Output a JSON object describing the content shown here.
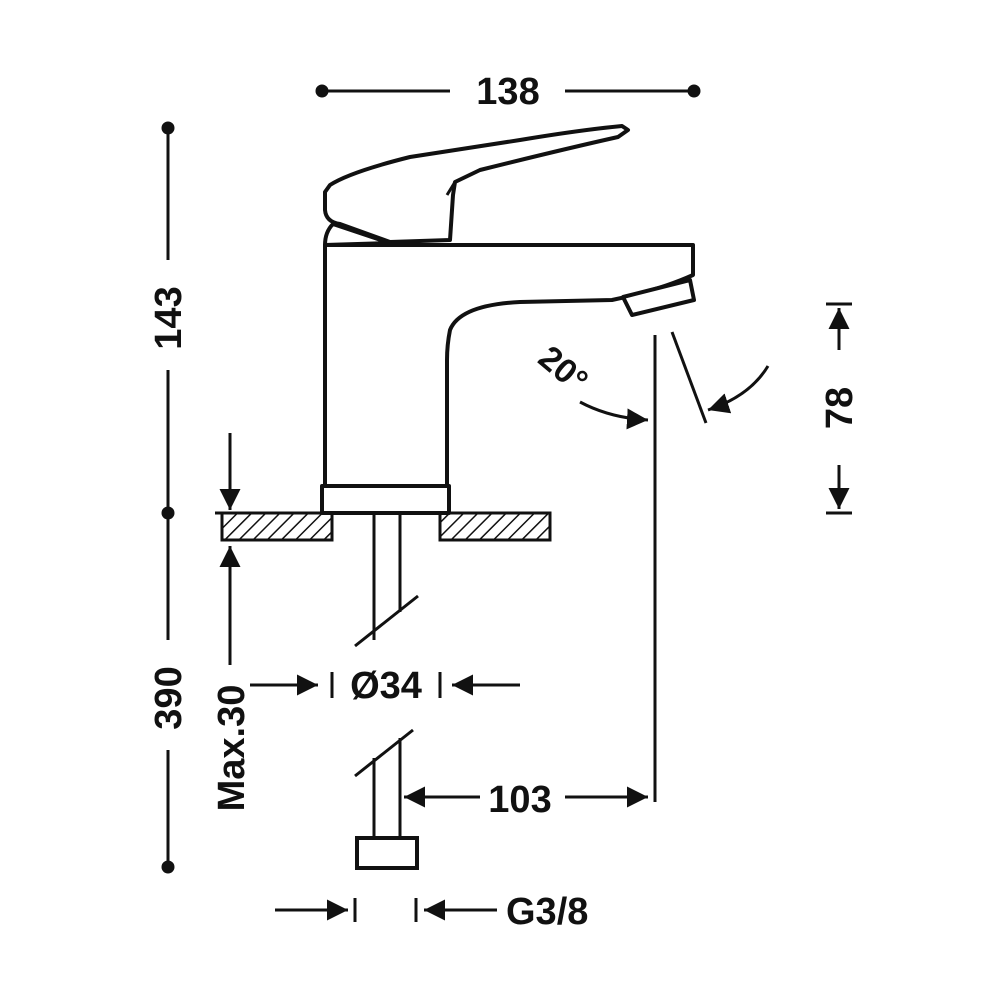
{
  "dimensions": {
    "overall_width": "138",
    "overall_height": "143",
    "lower_length": "390",
    "max_mount_thickness": "Max.30",
    "hole_diameter": "Ø34",
    "spout_reach": "103",
    "spout_height": "78",
    "spout_angle": "20°",
    "thread": "G3/8"
  },
  "colors": {
    "stroke": "#111111",
    "background": "#ffffff"
  }
}
